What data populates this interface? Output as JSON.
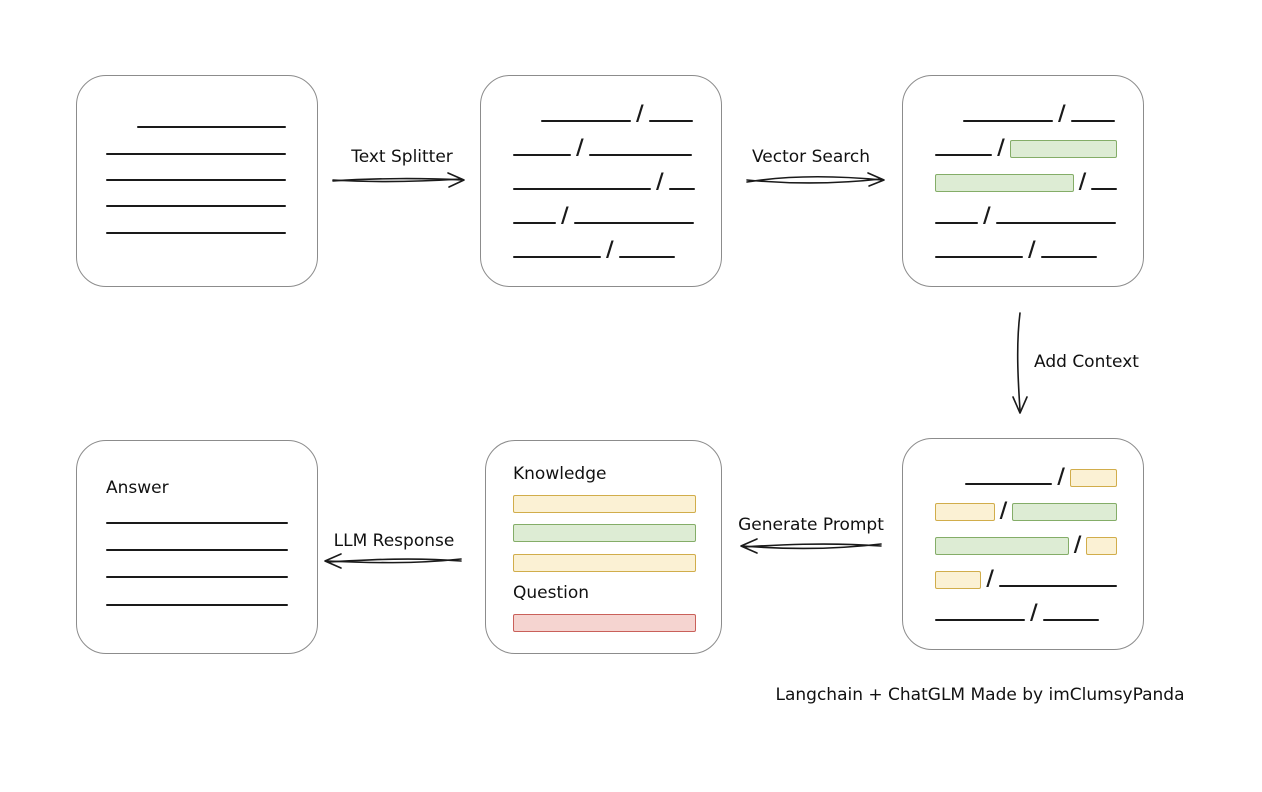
{
  "caption": "Langchain + ChatGLM Made by imClumsyPanda",
  "glyphs": {
    "separator": "/"
  },
  "colors": {
    "box_border": "#8c8c8c",
    "ink": "#1a1a1a",
    "green_fill": "#ddecd4",
    "green_border": "#84ad68",
    "yellow_fill": "#fbf1d4",
    "yellow_border": "#d1ad4b",
    "red_fill": "#f5d4d0",
    "red_border": "#c9605a"
  },
  "arrows": {
    "text_splitter": {
      "label": "Text Splitter"
    },
    "vector_search": {
      "label": "Vector Search"
    },
    "add_context": {
      "label": "Add Context"
    },
    "generate_prompt": {
      "label": "Generate Prompt"
    },
    "llm_response": {
      "label": "LLM Response"
    }
  },
  "boxes": {
    "source_document": {
      "rows": [
        [
          {
            "t": "line",
            "w": 149,
            "indent": 31
          }
        ],
        [
          {
            "t": "line",
            "w": 180
          }
        ],
        [
          {
            "t": "line",
            "w": 180
          }
        ],
        [
          {
            "t": "line",
            "w": 180
          }
        ],
        [
          {
            "t": "line",
            "w": 180
          }
        ]
      ]
    },
    "split_text": {
      "rows": [
        [
          {
            "t": "line",
            "w": 90,
            "indent": 28
          },
          {
            "t": "sep"
          },
          {
            "t": "line",
            "w": 44
          }
        ],
        [
          {
            "t": "line",
            "w": 58
          },
          {
            "t": "sep"
          },
          {
            "t": "line",
            "w": 103
          }
        ],
        [
          {
            "t": "line",
            "w": 138
          },
          {
            "t": "sep"
          },
          {
            "t": "line",
            "w": 26
          }
        ],
        [
          {
            "t": "line",
            "w": 43
          },
          {
            "t": "sep"
          },
          {
            "t": "line",
            "w": 120
          }
        ],
        [
          {
            "t": "line",
            "w": 88
          },
          {
            "t": "sep"
          },
          {
            "t": "line",
            "w": 56
          }
        ]
      ]
    },
    "vector_matches": {
      "rows": [
        [
          {
            "t": "line",
            "w": 90,
            "indent": 28
          },
          {
            "t": "sep"
          },
          {
            "t": "line",
            "w": 44
          }
        ],
        [
          {
            "t": "line",
            "w": 58
          },
          {
            "t": "sep"
          },
          {
            "t": "chunk",
            "c": "green",
            "w": 107
          }
        ],
        [
          {
            "t": "chunk",
            "c": "green",
            "w": 138
          },
          {
            "t": "sep"
          },
          {
            "t": "line",
            "w": 26
          }
        ],
        [
          {
            "t": "line",
            "w": 43
          },
          {
            "t": "sep"
          },
          {
            "t": "line",
            "w": 120
          }
        ],
        [
          {
            "t": "line",
            "w": 88
          },
          {
            "t": "sep"
          },
          {
            "t": "line",
            "w": 56
          }
        ]
      ]
    },
    "context_chunks": {
      "rows": [
        [
          {
            "t": "line",
            "w": 93,
            "indent": 30
          },
          {
            "t": "sep"
          },
          {
            "t": "chunk",
            "c": "yellow",
            "w": 48
          }
        ],
        [
          {
            "t": "chunk",
            "c": "yellow",
            "w": 60
          },
          {
            "t": "sep"
          },
          {
            "t": "chunk",
            "c": "green",
            "w": 107
          }
        ],
        [
          {
            "t": "chunk",
            "c": "green",
            "w": 138
          },
          {
            "t": "sep"
          },
          {
            "t": "chunk",
            "c": "yellow",
            "w": 30
          }
        ],
        [
          {
            "t": "chunk",
            "c": "yellow",
            "w": 45
          },
          {
            "t": "sep"
          },
          {
            "t": "line",
            "w": 120
          }
        ],
        [
          {
            "t": "line",
            "w": 90
          },
          {
            "t": "sep"
          },
          {
            "t": "line",
            "w": 56
          }
        ]
      ]
    },
    "prompt": {
      "rows": [
        [
          {
            "t": "heading",
            "text": "Knowledge",
            "name": "knowledge-heading"
          }
        ],
        [
          {
            "t": "chunk",
            "c": "yellow",
            "w": 183
          }
        ],
        [
          {
            "t": "chunk",
            "c": "green",
            "w": 183
          }
        ],
        [
          {
            "t": "chunk",
            "c": "yellow",
            "w": 183
          }
        ],
        [
          {
            "t": "heading",
            "text": "Question",
            "name": "question-heading"
          }
        ],
        [
          {
            "t": "chunk",
            "c": "red",
            "w": 187
          }
        ]
      ]
    },
    "answer": {
      "rows": [
        [
          {
            "t": "heading",
            "text": "Answer",
            "name": "answer-heading"
          }
        ],
        [
          {
            "t": "line",
            "w": 182
          }
        ],
        [
          {
            "t": "line",
            "w": 182
          }
        ],
        [
          {
            "t": "line",
            "w": 182
          }
        ],
        [
          {
            "t": "line",
            "w": 182
          }
        ]
      ]
    }
  }
}
